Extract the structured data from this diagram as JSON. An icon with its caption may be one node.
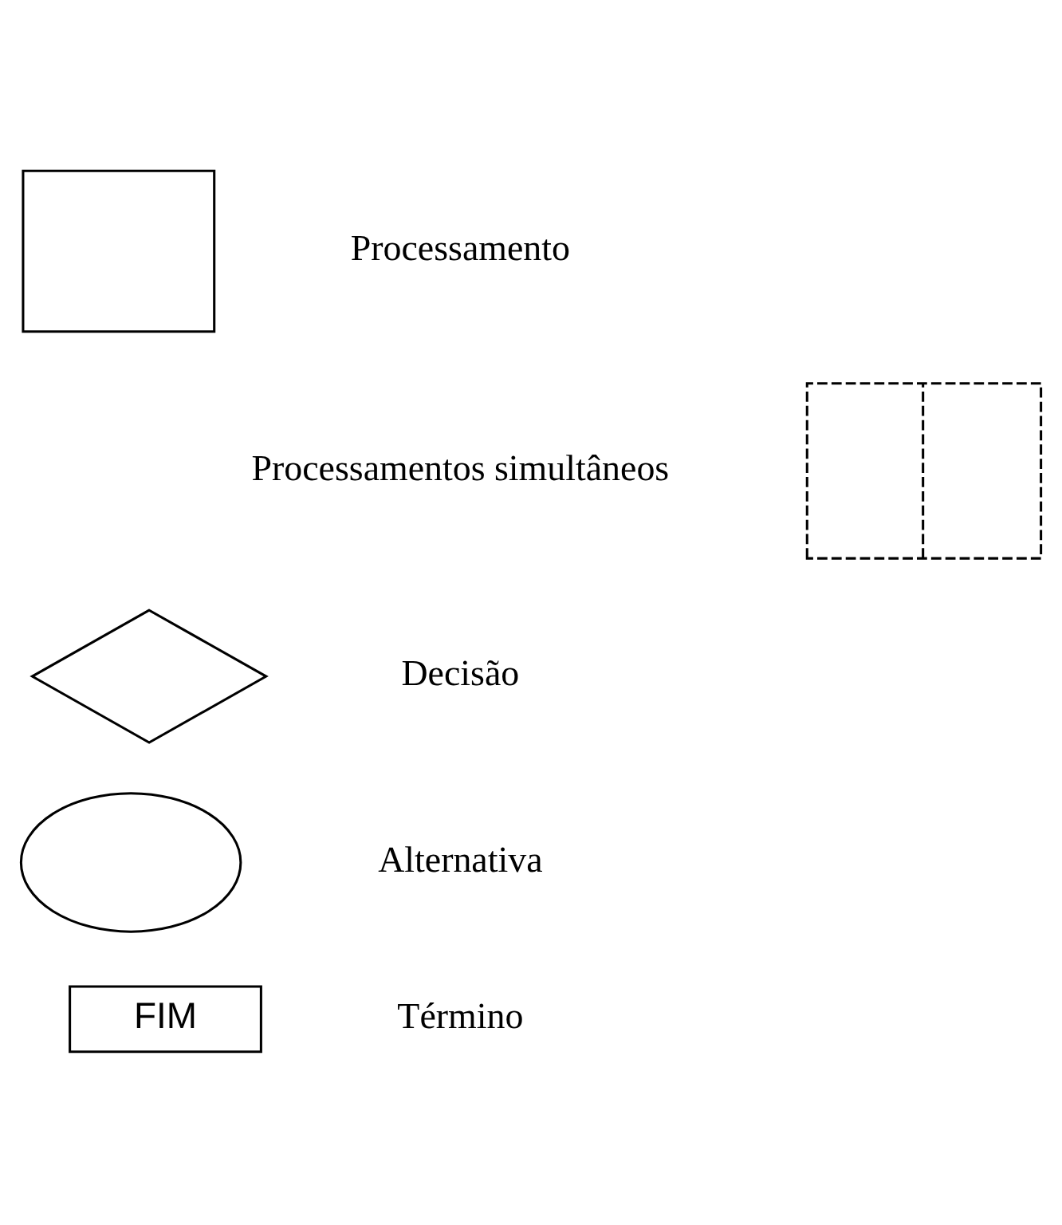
{
  "diagram": {
    "nodes": [
      {
        "text": [],
        "shape": "box",
        "beside": [
          "Processamento"
        ]
      },
      {
        "text": [],
        "shape": "box",
        "beside": [
          "Processamentos simultâneos"
        ]
      },
      {
        "text": [],
        "shape": "diamond",
        "beside": [
          "Decisão"
        ]
      },
      {
        "text": [],
        "shape": "ellipse",
        "beside": [
          "Alternativa"
        ]
      },
      {
        "text": [
          "FIM"
        ],
        "beside": [
          "Término"
        ]
      }
    ],
    "edges": []
  }
}
